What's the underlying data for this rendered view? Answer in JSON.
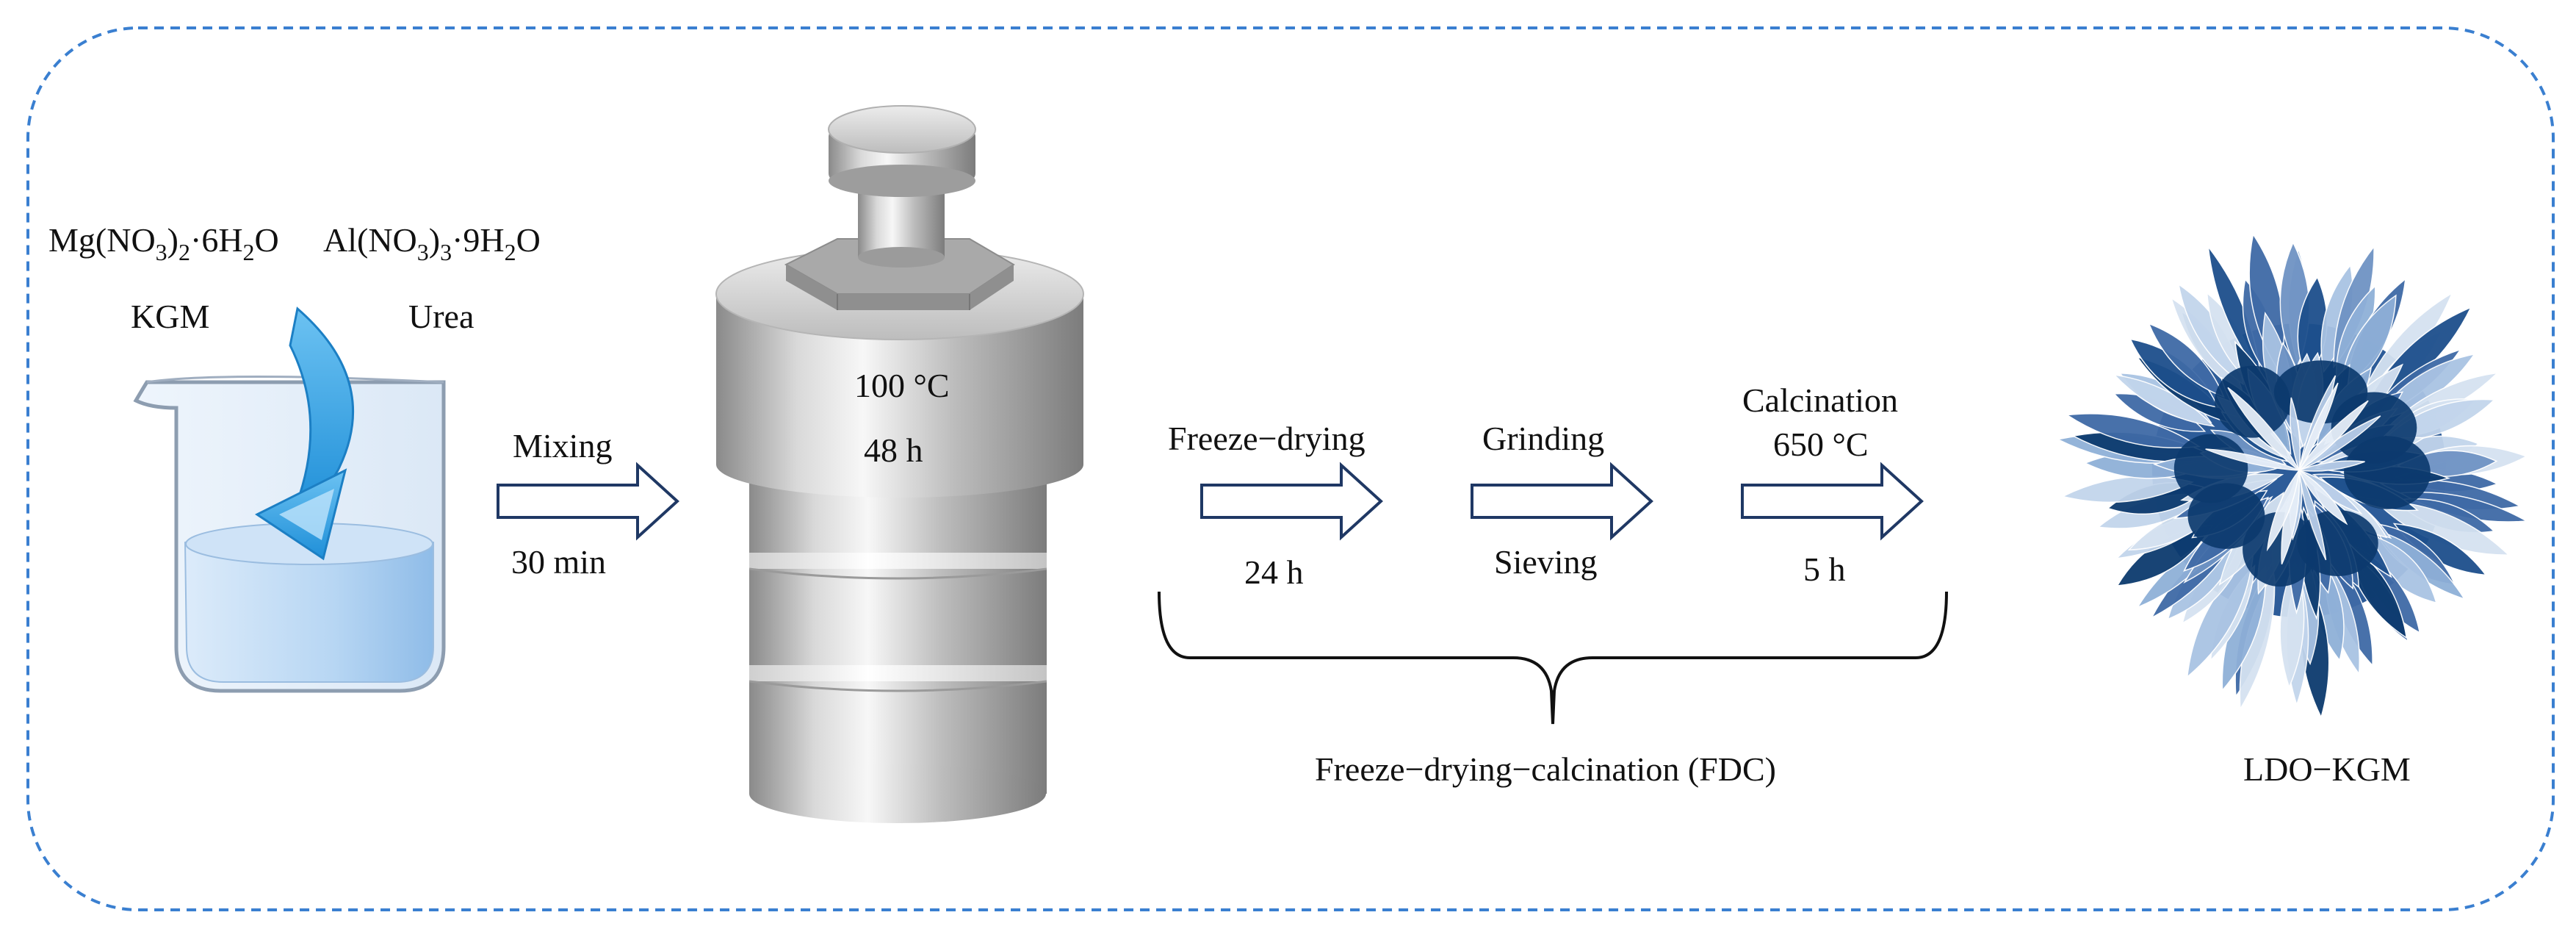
{
  "reagents": {
    "mg_salt": {
      "pre": "Mg(NO",
      "s1": "3",
      "mid": ")",
      "s2": "2",
      "post": "·6H",
      "s3": "2",
      "end": "O"
    },
    "al_salt": {
      "pre": "Al(NO",
      "s1": "3",
      "mid": ")",
      "s2": "3",
      "post": "·9H",
      "s3": "2",
      "end": "O"
    },
    "kgm": "KGM",
    "urea": "Urea"
  },
  "steps": {
    "mixing": {
      "top": "Mixing",
      "bottom": "30 min"
    },
    "hydrothermal": {
      "temperature": "100 °C",
      "time": "48 h"
    },
    "freeze_drying": {
      "top": "Freeze−drying",
      "bottom": "24 h"
    },
    "grinding": {
      "top": "Grinding",
      "bottom": "Sieving"
    },
    "calcination": {
      "top": "Calcination",
      "temperature": "650 °C",
      "bottom": "5 h"
    }
  },
  "fdc_label": "Freeze−drying−calcination (FDC)",
  "product_label": "LDO−KGM",
  "colors": {
    "border": "#3a7fd0",
    "arrow_outline": "#1f3864",
    "beaker_liquid": "#a9cdf0",
    "swirl_arrow": "#2f9be0",
    "flower_dark": "#0c3a6e",
    "flower_light": "#d5e2f1"
  },
  "icons": [
    "beaker-icon",
    "swirl-arrow-icon",
    "autoclave-icon",
    "flower-particle-icon"
  ]
}
